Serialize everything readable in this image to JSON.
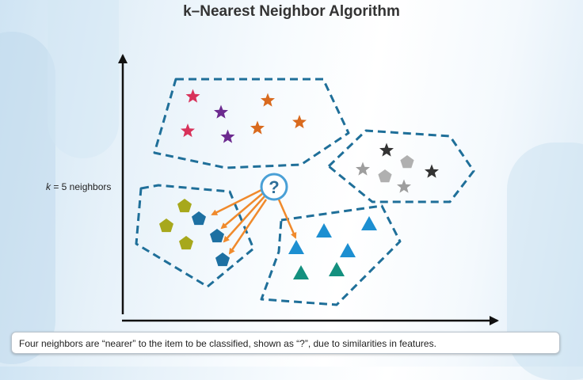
{
  "title": "k–Nearest Neighbor Algorithm",
  "k_label": {
    "variable": "k",
    "rest": " = 5 neighbors"
  },
  "query_symbol": "?",
  "caption": "Four neighbors are “nearer” to the item to be classified, shown as “?”, due to similarities in features.",
  "colors": {
    "cluster_border": "#1f6f99",
    "arrow": "#f08a2c",
    "axis": "#111111",
    "query_border": "#4aa0d6",
    "query_text": "#2f6f99",
    "star_pink": "#d8325a",
    "star_purple": "#6c2a8f",
    "star_orange": "#d96a1e",
    "star_dark": "#333333",
    "star_gray": "#9e9e9e",
    "pentagon_gold": "#a7a81c",
    "pentagon_blue": "#1d70a2",
    "triangle_blue": "#1d8fd1",
    "triangle_teal": "#14907f"
  },
  "clusters": [
    {
      "name": "star-cluster-top",
      "shape": "star"
    },
    {
      "name": "star-cluster-right",
      "shape": "star"
    },
    {
      "name": "pentagon-cluster",
      "shape": "pentagon"
    },
    {
      "name": "triangle-cluster",
      "shape": "triangle"
    }
  ]
}
